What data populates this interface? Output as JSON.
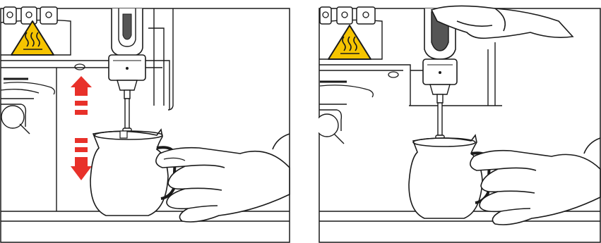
{
  "panels": [
    {
      "name": "left",
      "step_arrows": true,
      "steam_valve": "closed"
    },
    {
      "name": "right",
      "step_arrows": false,
      "steam_valve": "open"
    }
  ],
  "warning_icon": "hot-surface-warning-icon",
  "brand_logo_text": "",
  "colors": {
    "line": "#1a1a1a",
    "arrow": "#e8312a",
    "warning_fill": "#f6c400",
    "knob_dark": "#555555"
  }
}
